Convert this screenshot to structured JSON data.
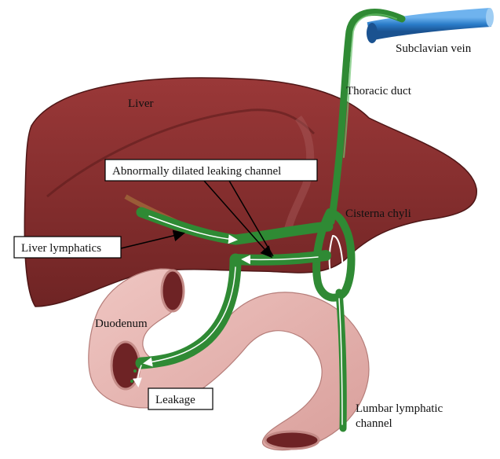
{
  "labels": {
    "subclavian_vein": "Subclavian vein",
    "thoracic_duct": "Thoracic duct",
    "liver": "Liver",
    "cisterna_chyli": "Cisterna chyli",
    "duodenum": "Duodenum",
    "lumbar_line1": "Lumbar lymphatic",
    "lumbar_line2": "channel"
  },
  "callouts": {
    "dilated_channel": "Abnormally dilated leaking channel",
    "liver_lymphatics": "Liver lymphatics",
    "leakage": "Leakage"
  },
  "colors": {
    "liver": "#8a2f2f",
    "liver_dark": "#5e1c1c",
    "lymphatic": "#2f8a34",
    "lymphatic_dark": "#1f5e22",
    "vein": "#2a7cc9",
    "duodenum": "#e3b4b0",
    "duodenum_inner": "#6e2325"
  }
}
